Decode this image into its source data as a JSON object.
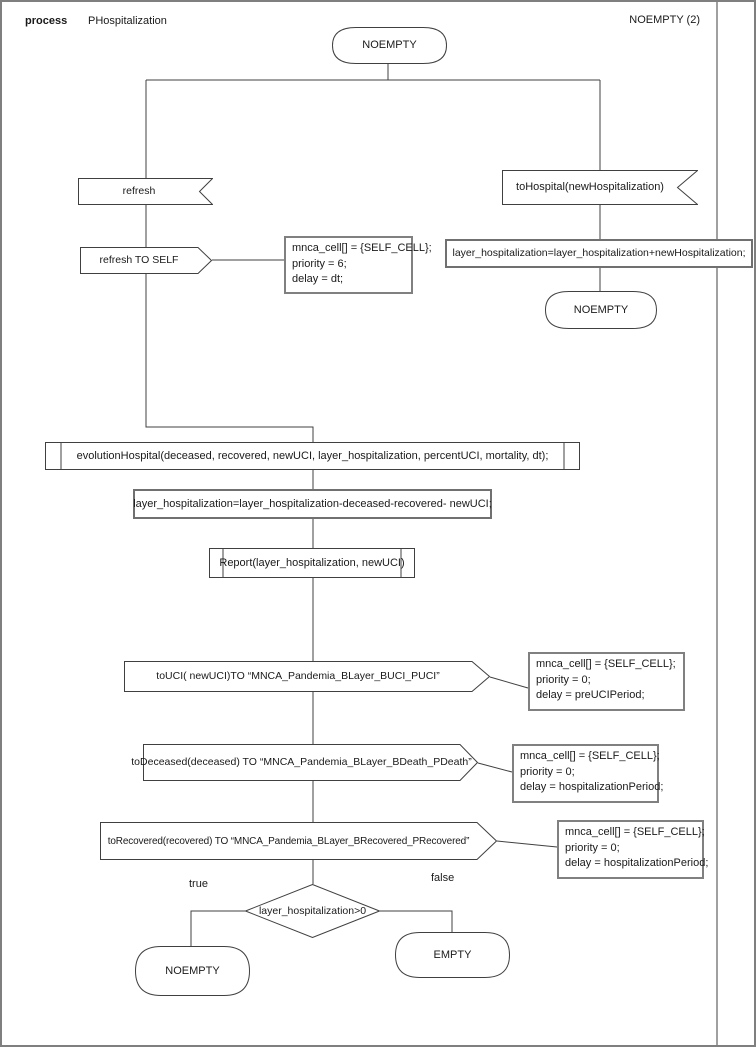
{
  "header": {
    "kind_label": "process",
    "process_name": "PHospitalization",
    "page_label": "NOEMPTY (2)"
  },
  "nodes": {
    "state_top": "NOEMPTY",
    "input_refresh": "refresh",
    "output_refresh_self": "refresh TO SELF",
    "comment_refresh": {
      "lines": [
        "mnca_cell[] = {SELF_CELL};",
        "priority = 6;",
        "delay = dt;"
      ]
    },
    "input_tohospital": "toHospital(newHospitalization)",
    "task_add": "layer_hospitalization=layer_hospitalization+newHospitalization;",
    "state_right": "NOEMPTY",
    "proc_evolution": "evolutionHospital(deceased, recovered, newUCI, layer_hospitalization, percentUCI, mortality, dt);",
    "task_subtract": "layer_hospitalization=layer_hospitalization-deceased-recovered- newUCI;",
    "proc_report": "Report(layer_hospitalization, newUCI)",
    "output_touci": "toUCI( newUCI)TO “MNCA_Pandemia_BLayer_BUCI_PUCI”",
    "comment_touci": {
      "lines": [
        "mnca_cell[] = {SELF_CELL};",
        "priority = 0;",
        "delay = preUCIPeriod;"
      ]
    },
    "output_todeceased": "toDeceased(deceased) TO “MNCA_Pandemia_BLayer_BDeath_PDeath”",
    "comment_todeceased": {
      "lines": [
        "mnca_cell[] = {SELF_CELL};",
        "priority = 0;",
        "delay = hospitalizationPeriod;"
      ]
    },
    "output_torecovered": "toRecovered(recovered) TO “MNCA_Pandemia_BLayer_BRecovered_PRecovered”",
    "comment_torecovered": {
      "lines": [
        "mnca_cell[] = {SELF_CELL};",
        "priority = 0;",
        "delay = hospitalizationPeriod;"
      ]
    },
    "decision": "layer_hospitalization>0",
    "branch_true": "true",
    "branch_false": "false",
    "state_true": "NOEMPTY",
    "state_false": "EMPTY"
  },
  "colors": {
    "background": "#ffffff",
    "shape_stroke": "#404040",
    "task_border": "#707070",
    "comment_border": "#808080",
    "frame_border": "#7f7f7f",
    "text": "#1a1a1a"
  }
}
